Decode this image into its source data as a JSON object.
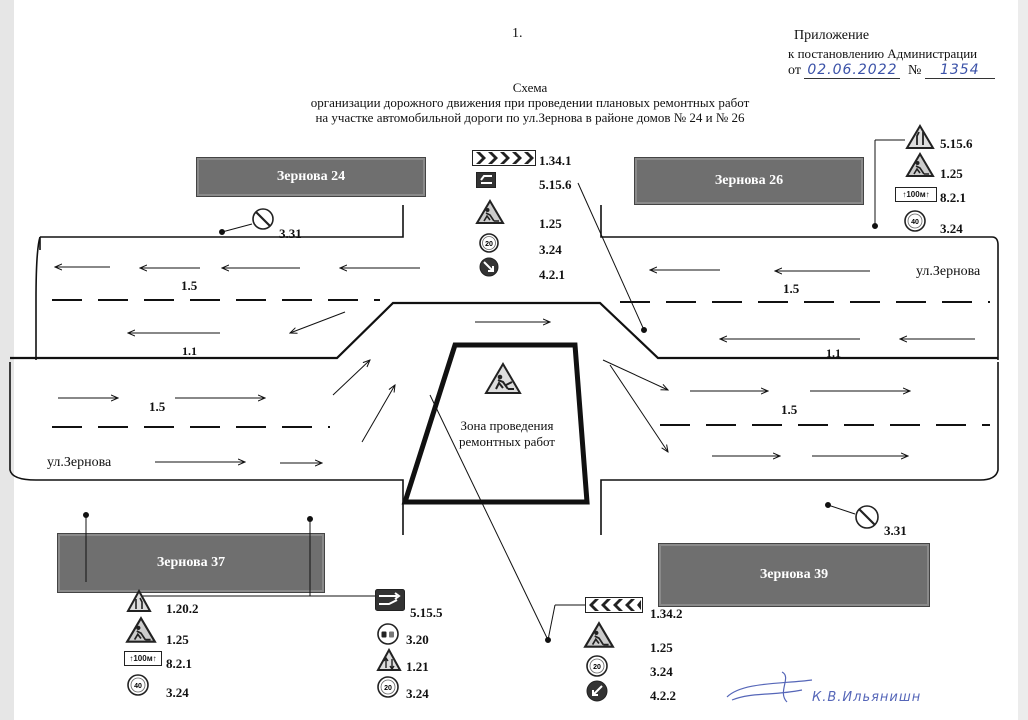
{
  "page_number": "1.",
  "appendix": {
    "line1": "Приложение",
    "line2": "к постановлению Администрации",
    "date_prefix": "от",
    "date_value": "02.06.2022",
    "number_prefix": "№",
    "number_value": "1354"
  },
  "title": {
    "line1": "Схема",
    "line2": "организации дорожного движения при проведении плановых ремонтных работ",
    "line3": "на участке автомобильной дороги по ул.Зернова в районе домов № 24 и № 26"
  },
  "buildings": {
    "zernova24": "Зернова 24",
    "zernova26": "Зернова 26",
    "zernova37": "Зернова 37",
    "zernova39": "Зернова 39"
  },
  "street_labels": {
    "top_right": "ул.Зернова",
    "bottom_left": "ул.Зернова"
  },
  "lane_marking_labels": {
    "top_left": "1.5",
    "top_right": "1.5",
    "bottom_left": "1.5",
    "bottom_right": "1.5",
    "center_left": "1.1",
    "center_right": "1.1"
  },
  "work_zone": {
    "line1": "Зона  проведения",
    "line2": "ремонтных работ"
  },
  "sign_groups": {
    "top_center": [
      "1.34.1",
      "5.15.6",
      "1.25",
      "3.24",
      "4.2.1"
    ],
    "top_right": [
      "5.15.6",
      "1.25",
      "8.2.1",
      "3.24"
    ],
    "top_left_single": "3.31",
    "right_single": "3.31",
    "bottom_left": [
      "1.20.2",
      "1.25",
      "8.2.1",
      "3.24"
    ],
    "bottom_center_left": [
      "5.15.5",
      "3.20",
      "1.21",
      "3.24"
    ],
    "bottom_center_right": [
      "1.34.2",
      "1.25",
      "3.24",
      "4.2.2"
    ]
  },
  "sign_plate_text": "100м",
  "speed_limit_values": {
    "small_20": "20",
    "small_40": "40"
  },
  "signature": "К.В.Ильянишн"
}
